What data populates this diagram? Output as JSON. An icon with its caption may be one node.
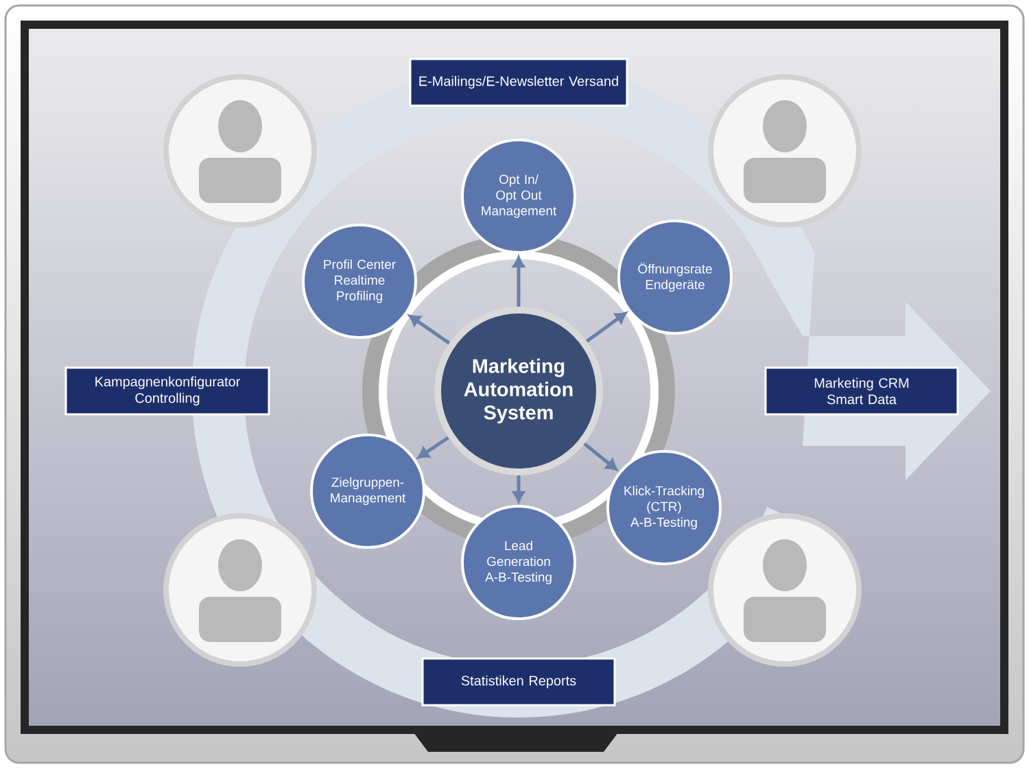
{
  "diagram": {
    "nodes": [
      {
        "text": [
          "E-Mailings/E-Newsletter Versand"
        ]
      },
      {
        "text": [
          "Opt In/ Opt Out Management"
        ]
      },
      {
        "text": [
          "Profil Center Realtime Profiling"
        ]
      },
      {
        "text": [
          "Öffnungsrate Endgeräte"
        ]
      },
      {
        "text": [
          "Kampagnenkonfigurator Controlling"
        ]
      },
      {
        "text": [
          "Marketing Automation System"
        ]
      },
      {
        "text": [
          "Marketing CRM Smart Data"
        ]
      },
      {
        "text": [
          "Zielgruppen-Management"
        ]
      },
      {
        "text": [
          "Klick-Tracking (CTR) A-B-Testing"
        ]
      },
      {
        "text": [
          "Lead Generation A-B-Testing"
        ]
      },
      {
        "text": [
          "Statistiken Reports"
        ]
      }
    ],
    "edges": [
      {
        "from": 5,
        "to": 1,
        "arrow": "to"
      },
      {
        "from": 5,
        "to": 3,
        "arrow": "to"
      },
      {
        "from": 5,
        "to": 8,
        "arrow": "to"
      },
      {
        "from": 5,
        "to": 9,
        "arrow": "to"
      },
      {
        "from": 5,
        "to": 7,
        "arrow": "to"
      },
      {
        "from": 5,
        "to": 2,
        "arrow": "to"
      }
    ]
  }
}
